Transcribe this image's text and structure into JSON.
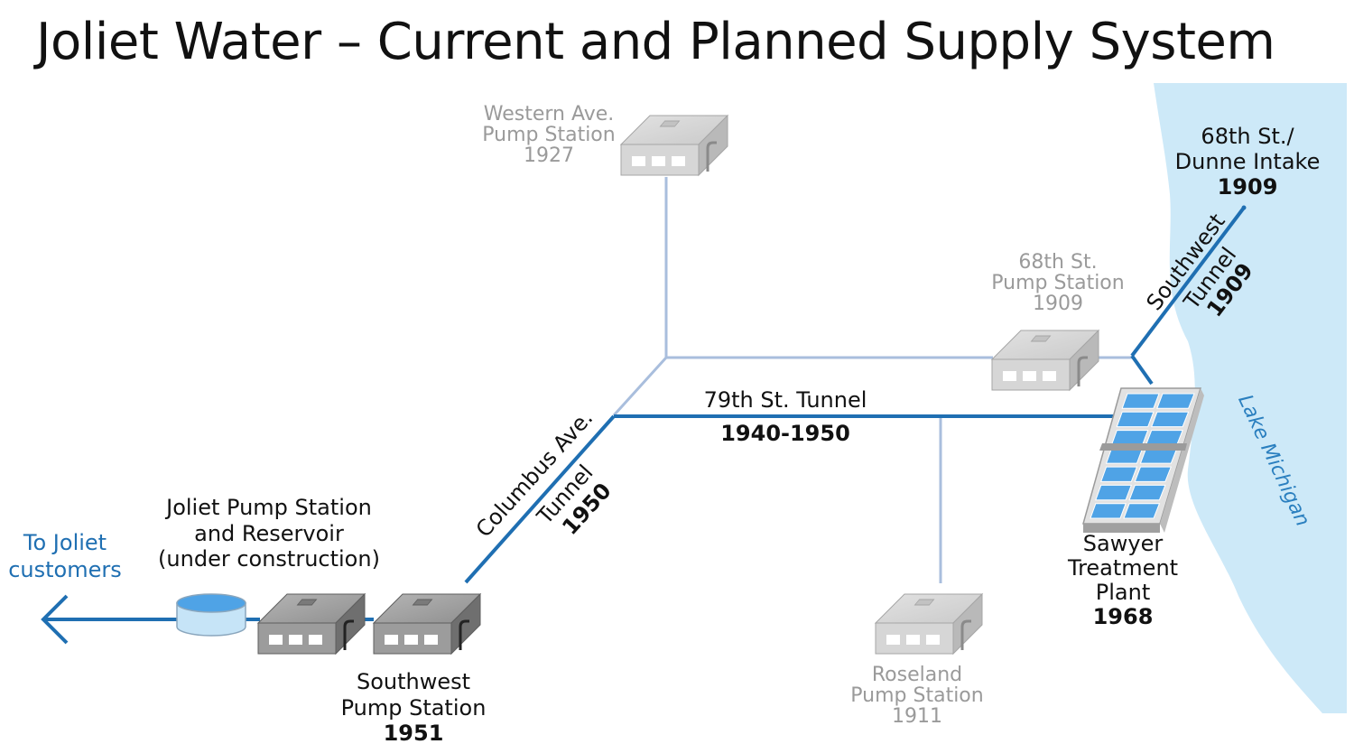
{
  "title": "Joliet Water – Current and Planned Supply System",
  "colors": {
    "active_pipe": "#1f6fb2",
    "inactive_pipe": "#a9bedd",
    "lake": "#cde9f8",
    "building_active": "#8e8e8e",
    "building_inactive": "#cfcfcf",
    "pool_water": "#4fa3e6"
  },
  "facilities": {
    "western_ave": {
      "line1": "Western Ave.",
      "line2": "Pump Station",
      "year": "1927",
      "icon": "pump-station-icon"
    },
    "st68_pump": {
      "line1": "68th St.",
      "line2": "Pump Station",
      "year": "1909",
      "icon": "pump-station-icon"
    },
    "intake": {
      "line1": "68th St./",
      "line2": "Dunne Intake",
      "year": "1909",
      "icon": "intake-icon"
    },
    "sawyer": {
      "line1": "Sawyer",
      "line2": "Treatment",
      "line3": "Plant",
      "year": "1968",
      "icon": "treatment-plant-icon"
    },
    "roseland": {
      "line1": "Roseland",
      "line2": "Pump Station",
      "year": "1911",
      "icon": "pump-station-icon"
    },
    "southwest_pump": {
      "line1": "Southwest",
      "line2": "Pump Station",
      "year": "1951",
      "icon": "pump-station-icon"
    },
    "joliet_pump": {
      "line1": "Joliet Pump Station",
      "line2": "and Reservoir",
      "line3": "(under construction)",
      "icon": "reservoir-icon"
    }
  },
  "tunnels": {
    "st79": {
      "name": "79th St. Tunnel",
      "year": "1940-1950"
    },
    "columbus": {
      "line1": "Columbus Ave.",
      "line2": "Tunnel",
      "year": "1950"
    },
    "southwest": {
      "line1": "Southwest",
      "line2": "Tunnel",
      "year": "1909"
    }
  },
  "destination": {
    "line1": "To Joliet",
    "line2": "customers",
    "icon": "arrow-left-icon"
  },
  "lake": {
    "name": "Lake Michigan"
  }
}
